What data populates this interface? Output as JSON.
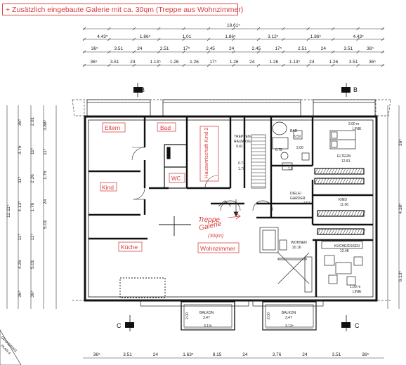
{
  "note": "+ Zusätzlich eingebaute Galerie mit ca. 30qm (Treppe aus Wohnzimmer)",
  "dims": {
    "overall": "18.61⁵",
    "top1": [
      "4.43⁵",
      "1.86⁵",
      "1.01",
      "1.86⁵",
      "3.12⁵",
      "1.86⁵",
      "4.43⁵"
    ],
    "top2": [
      "36⁵",
      "3.51",
      "24",
      "2.51",
      "17⁵",
      "2.45",
      "24",
      "2.45",
      "17⁵",
      "2.51",
      "24",
      "3.51",
      "36⁵"
    ],
    "top3": [
      "36⁵",
      "3.51",
      "24",
      "1.13⁵",
      "1.26",
      "1.26",
      "17⁵",
      "1.26",
      "24",
      "1.26",
      "1.13⁵",
      "24",
      "1.26",
      "3.51",
      "36⁵"
    ],
    "bottom": [
      "36⁵",
      "3.51",
      "24",
      "1.63⁵",
      "8.15",
      "24",
      "3.76",
      "24",
      "3.51",
      "36⁵"
    ],
    "left": [
      "36⁵",
      "3.76",
      "11⁵",
      "4.13⁵",
      "11⁵",
      "4.26",
      "36⁵"
    ],
    "left2": [
      "2.01",
      "11⁵",
      "2.26",
      "1.76",
      "11⁵",
      "5.01",
      "36⁵"
    ],
    "left3": [
      "3.88⁵",
      "11⁵",
      "1.76",
      "24",
      "5.01"
    ],
    "left_total": "12.11⁵",
    "right": [
      "36⁵",
      "4.38⁵",
      "6.13⁵"
    ]
  },
  "markers": {
    "B": "B",
    "C": "C"
  },
  "rooms_red": {
    "eltern": "Eltern",
    "bad": "Bad",
    "hauswirtschaft": "Hauswirtschaft Kind 2",
    "kind": "Kind",
    "wc": "WC",
    "kueche": "Küche",
    "wohnzimmer": "Wohnzimmer",
    "treppe_galerie": "Treppe Galerie (30qm)"
  },
  "rooms_print": {
    "treppenraum": [
      "TREPPEN-",
      "RAUM OG",
      "9.41"
    ],
    "bad": [
      "BAD",
      "6.59"
    ],
    "eltern": [
      "ELTERN",
      "12.81"
    ],
    "kind": [
      "KIND",
      "11.00"
    ],
    "diele": [
      "DIELE/",
      "GARDER.",
      "7.57"
    ],
    "wohnen": [
      "WOHNEN",
      "20.16"
    ],
    "kueche": [
      "KÜCHE/ESSEN",
      "12.48"
    ],
    "balkon_l": [
      "BALKON",
      "3.47"
    ],
    "balkon_r": [
      "BALKON",
      "3.47"
    ],
    "misc": [
      "0.74",
      "1.78",
      "0.75",
      "2.00",
      "1.5"
    ],
    "bm1": [
      "2.00 m",
      "LINIE"
    ],
    "bm2": [
      "1.00 m",
      "LINIE"
    ]
  },
  "balcony_dims": {
    "depth": "2.00",
    "width": "3.13⁵",
    "width2": "3.13⁵"
  },
  "stamp": [
    "GRUNDRISS",
    "PLAN 4"
  ]
}
